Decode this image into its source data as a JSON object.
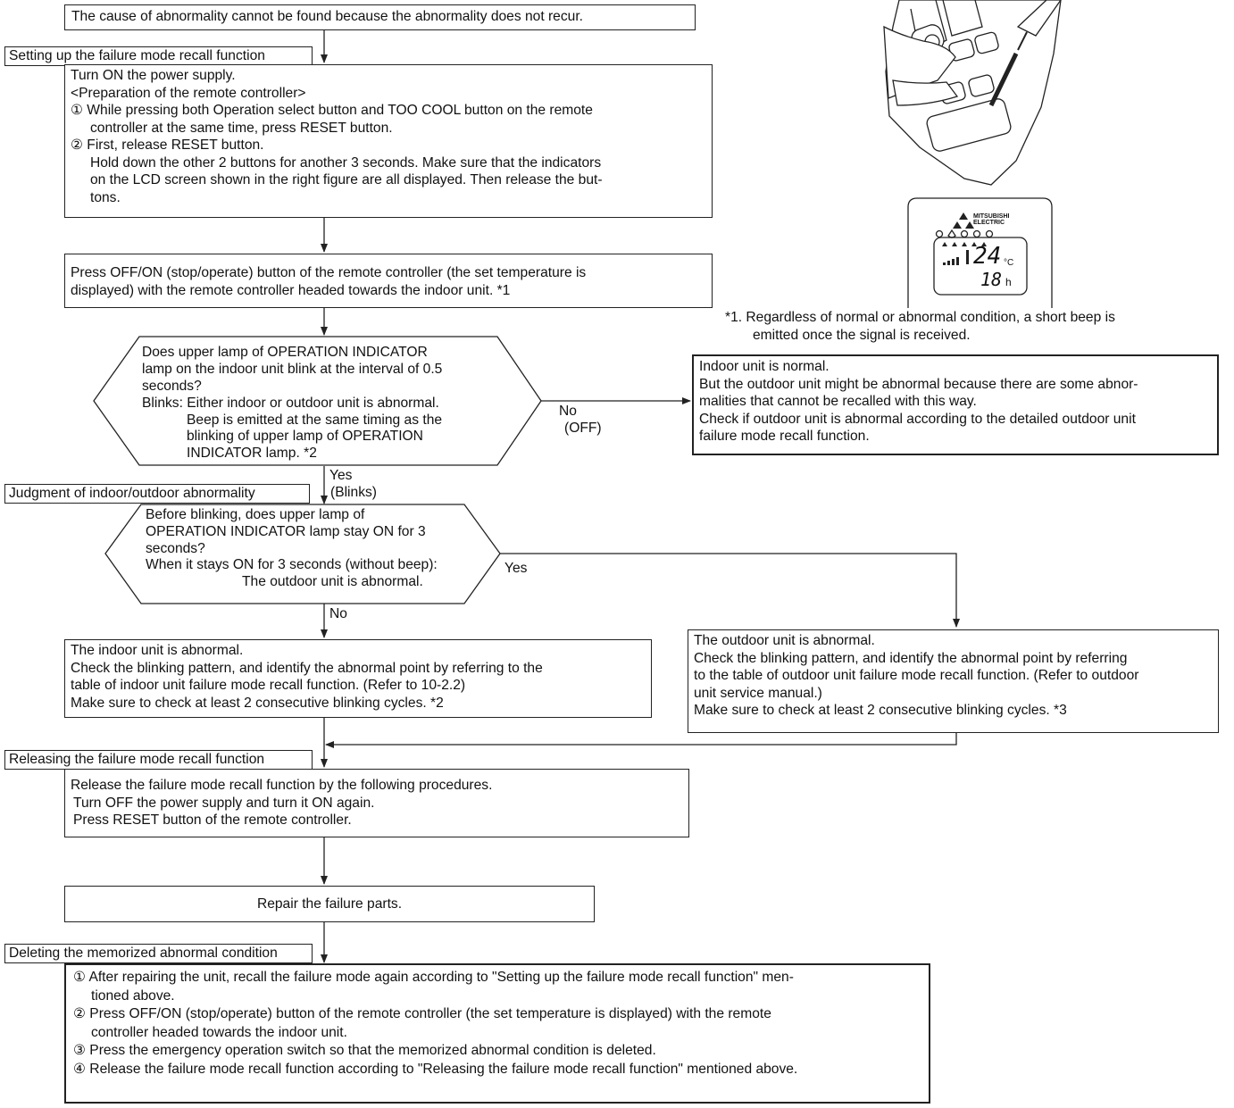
{
  "top_box": "The cause of abnormality cannot be found because the abnormality does not recur.",
  "setup_label": "Setting up the failure mode recall function",
  "setup_box": {
    "l1": "Turn ON the power supply.",
    "l2": "<Preparation of the remote controller>",
    "l3": "① While pressing both Operation select button and TOO COOL button on the remote",
    "l4": "controller at the same time, press RESET button.",
    "l5": "② First, release RESET button.",
    "l6": "Hold down the other 2 buttons for another 3 seconds. Make sure that the indicators",
    "l7": "on the LCD screen shown in the right figure are all displayed. Then release the but-",
    "l8": "tons."
  },
  "press_box": {
    "l1": "Press OFF/ON (stop/operate) button of the remote controller (the set temperature is",
    "l2": "displayed) with the remote controller headed towards the indoor unit.  *1"
  },
  "note1": {
    "l1": "*1. Regardless of normal or abnormal condition, a short beep is",
    "l2": "emitted once the signal is received."
  },
  "decision1": {
    "l1": "Does upper lamp of OPERATION INDICATOR",
    "l2": "lamp on the indoor unit blink at the interval of 0.5",
    "l3": "seconds?",
    "l4": "Blinks: Either indoor or outdoor unit is abnormal.",
    "l5": "Beep is emitted at the same timing as the",
    "l6": "blinking of upper lamp of OPERATION",
    "l7": "INDICATOR lamp.  *2",
    "no_label": "No",
    "no_sub": "(OFF)",
    "yes_label": "Yes",
    "yes_sub": "(Blinks)"
  },
  "normal_box": {
    "l1": "Indoor unit is normal.",
    "l2": "But the outdoor unit might be abnormal because there are some abnor-",
    "l3": "malities that cannot be recalled with this way.",
    "l4": "Check if outdoor unit is abnormal according to the detailed outdoor unit",
    "l5": "failure mode recall function."
  },
  "judgment_label": "Judgment of indoor/outdoor abnormality",
  "decision2": {
    "l1": "Before blinking, does upper lamp of",
    "l2": "OPERATION INDICATOR lamp stay ON for 3",
    "l3": "seconds?",
    "l4": "When it stays ON for 3 seconds (without beep):",
    "l5": "The outdoor unit is abnormal.",
    "yes_label": "Yes",
    "no_label": "No"
  },
  "indoor_box": {
    "l1": "The indoor unit is abnormal.",
    "l2": "Check the blinking pattern, and identify the abnormal point by referring to the",
    "l3": "table of indoor unit failure mode recall function. (Refer to 10-2.2)",
    "l4": "Make sure to check at least 2 consecutive blinking cycles.   *2"
  },
  "outdoor_box": {
    "l1": "The outdoor unit is abnormal.",
    "l2": "Check the blinking pattern, and identify the abnormal point by referring",
    "l3": "to the table of outdoor unit failure mode recall function. (Refer to outdoor",
    "l4": "unit service manual.)",
    "l5": "Make sure to check at least 2 consecutive blinking cycles.   *3"
  },
  "releasing_label": "Releasing the failure mode recall function",
  "release_box": {
    "l1": "Release the failure mode recall function by the following procedures.",
    "l2": "Turn OFF the power supply and turn it ON again.",
    "l3": "Press RESET button of the remote controller."
  },
  "repair_box": "Repair the failure parts.",
  "deleting_label": "Deleting the memorized abnormal condition",
  "delete_box": {
    "l1": "① After repairing the unit, recall the failure mode again according to \"Setting up the failure mode recall function\" men-",
    "l2": "tioned above.",
    "l3": "②  Press OFF/ON (stop/operate) button of the remote controller (the set temperature is displayed) with the remote",
    "l4": "controller headed towards the indoor unit.",
    "l5": "③ Press the emergency operation switch so that the memorized abnormal condition is deleted.",
    "l6": "④ Release the failure mode recall function according to \"Releasing the failure mode recall function\" mentioned above."
  },
  "lcd": {
    "brand_l1": "MITSUBISHI",
    "brand_l2": "ELECTRIC",
    "temp": "24",
    "unit": "°C",
    "hours": "18",
    "hours_unit": "h"
  }
}
